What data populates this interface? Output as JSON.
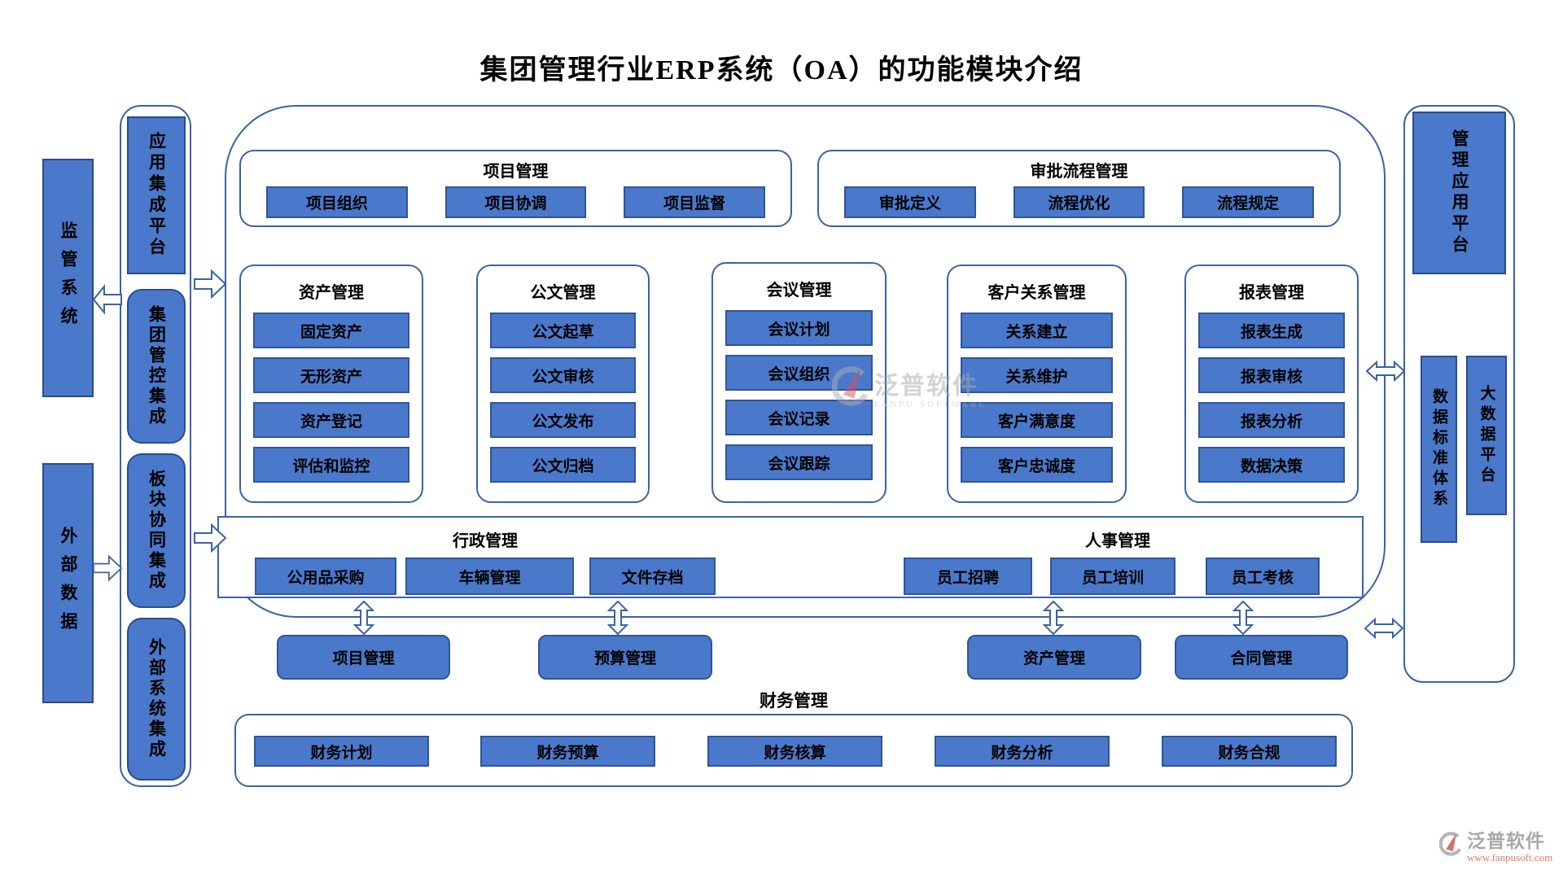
{
  "title": "集团管理行业ERP系统（OA）的功能模块介绍",
  "colors": {
    "node_fill": "#4a79cb",
    "node_border": "#2f5597",
    "container_border": "#3a62a8",
    "watermark_red": "#e06055"
  },
  "left": {
    "supervision": "监管系统",
    "external_data": "外部数据"
  },
  "integration": {
    "app_platform": "应用集成平台",
    "group_control": "集团管控集成",
    "board_collab": "板块协同集成",
    "external_sys": "外部系统集成"
  },
  "top_row": {
    "project": {
      "title": "项目管理",
      "items": [
        "项目组织",
        "项目协调",
        "项目监督"
      ]
    },
    "approval": {
      "title": "审批流程管理",
      "items": [
        "审批定义",
        "流程优化",
        "流程规定"
      ]
    }
  },
  "columns": [
    {
      "title": "资产管理",
      "items": [
        "固定资产",
        "无形资产",
        "资产登记",
        "评估和监控"
      ]
    },
    {
      "title": "公文管理",
      "items": [
        "公文起草",
        "公文审核",
        "公文发布",
        "公文归档"
      ]
    },
    {
      "title": "会议管理",
      "items": [
        "会议计划",
        "会议组织",
        "会议记录",
        "会议跟踪"
      ]
    },
    {
      "title": "客户关系管理",
      "items": [
        "关系建立",
        "关系维护",
        "客户满意度",
        "客户忠诚度"
      ]
    },
    {
      "title": "报表管理",
      "items": [
        "报表生成",
        "报表审核",
        "报表分析",
        "数据决策"
      ]
    }
  ],
  "admin_hr": {
    "admin": {
      "title": "行政管理",
      "items": [
        "公用品采购",
        "车辆管理",
        "文件存档"
      ]
    },
    "hr": {
      "title": "人事管理",
      "items": [
        "员工招聘",
        "员工培训",
        "员工考核"
      ]
    }
  },
  "mid_buttons": [
    "项目管理",
    "预算管理",
    "资产管理",
    "合同管理"
  ],
  "finance": {
    "title": "财务管理",
    "items": [
      "财务计划",
      "财务预算",
      "财务核算",
      "财务分析",
      "财务合规"
    ]
  },
  "right": {
    "mgmt_platform": "管理应用平台",
    "data_standard": "数据标准体系",
    "big_data": "大数据平台"
  },
  "watermark": {
    "brand_cn": "泛普软件",
    "brand_en": "FANPU SOFTWARE",
    "url": "www.fanpusoft.com"
  }
}
